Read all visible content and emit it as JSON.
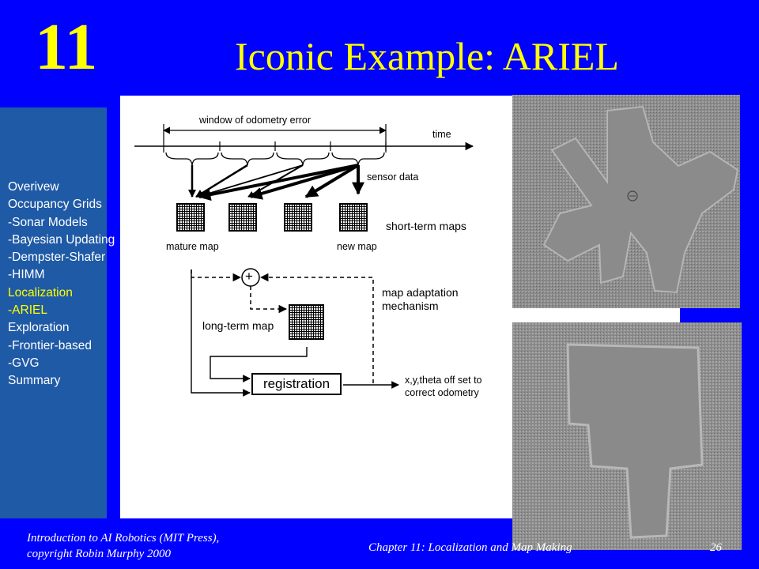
{
  "slide": {
    "chapter_number": "11",
    "title": "Iconic Example: ARIEL"
  },
  "sidebar": {
    "items": [
      {
        "label": "Overivew",
        "active": false
      },
      {
        "label": "Occupancy Grids",
        "active": false
      },
      {
        "label": "-Sonar Models",
        "active": false
      },
      {
        "label": "-Bayesian Updating",
        "active": false
      },
      {
        "label": "-Dempster-Shafer",
        "active": false
      },
      {
        "label": "-HIMM",
        "active": false
      },
      {
        "label": "Localization",
        "active": true
      },
      {
        "label": "-ARIEL",
        "active": true
      },
      {
        "label": "Exploration",
        "active": false
      },
      {
        "label": "-Frontier-based",
        "active": false
      },
      {
        "label": "-GVG",
        "active": false
      },
      {
        "label": "Summary",
        "active": false
      }
    ]
  },
  "diagram": {
    "window_label": "window of odometry error",
    "time_label": "time",
    "sensor_label": "sensor data",
    "short_term_label": "short-term maps",
    "mature_label": "mature map",
    "new_label": "new map",
    "adaptation_label_1": "map adaptation",
    "adaptation_label_2": "mechanism",
    "long_term_label": "long-term map",
    "registration_label": "registration",
    "offset_label_1": "x,y,theta off set to",
    "offset_label_2": "correct odometry",
    "plus_symbol": "+"
  },
  "footer": {
    "line1": "Introduction to AI Robotics (MIT Press),",
    "line2": "copyright Robin Murphy 2000",
    "chapter": "Chapter 11: Localization and Map Making",
    "page": "26"
  }
}
